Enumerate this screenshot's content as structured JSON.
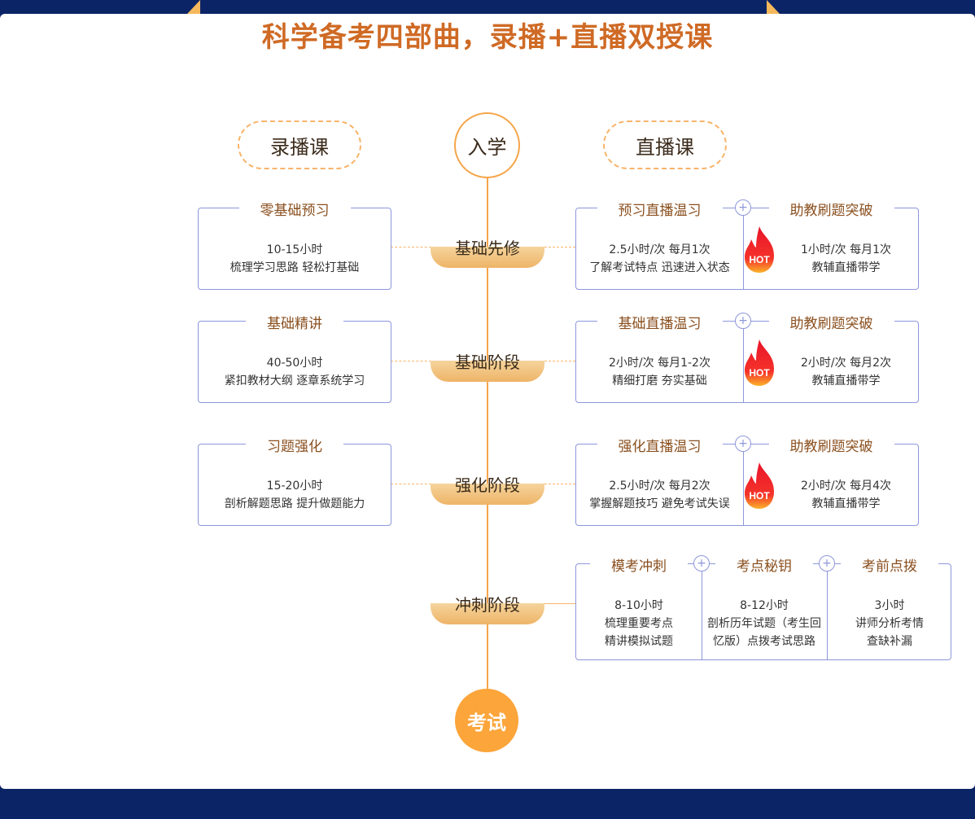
{
  "title": "科学备考四部曲，录播+直播双授课",
  "start": "入学",
  "end": "考试",
  "left_header": "录播课",
  "right_header": "直播课",
  "hot_label": "HOT",
  "colors": {
    "accent": "#cf6a25",
    "navy": "#0b2466",
    "orange": "#fba53a",
    "border": "#8e97dc"
  },
  "stages": [
    {
      "name": "基础先修",
      "recorded": {
        "title": "零基础预习",
        "lines": [
          "10-15小时",
          "梳理学习思路 轻松打基础"
        ]
      },
      "live": [
        {
          "title": "预习直播温习",
          "lines": [
            "2.5小时/次 每月1次",
            "了解考试特点 迅速进入状态"
          ]
        },
        {
          "title": "助教刷题突破",
          "lines": [
            "1小时/次 每月1次",
            "教辅直播带学"
          ],
          "hot": true
        }
      ]
    },
    {
      "name": "基础阶段",
      "recorded": {
        "title": "基础精讲",
        "lines": [
          "40-50小时",
          "紧扣教材大纲 逐章系统学习"
        ]
      },
      "live": [
        {
          "title": "基础直播温习",
          "lines": [
            "2小时/次 每月1-2次",
            "精细打磨 夯实基础"
          ]
        },
        {
          "title": "助教刷题突破",
          "lines": [
            "2小时/次 每月2次",
            "教辅直播带学"
          ],
          "hot": true
        }
      ]
    },
    {
      "name": "强化阶段",
      "recorded": {
        "title": "习题强化",
        "lines": [
          "15-20小时",
          "剖析解题思路 提升做题能力"
        ]
      },
      "live": [
        {
          "title": "强化直播温习",
          "lines": [
            "2.5小时/次 每月2次",
            "掌握解题技巧 避免考试失误"
          ]
        },
        {
          "title": "助教刷题突破",
          "lines": [
            "2小时/次 每月4次",
            "教辅直播带学"
          ],
          "hot": true
        }
      ]
    },
    {
      "name": "冲刺阶段",
      "live": [
        {
          "title": "模考冲刺",
          "lines": [
            "8-10小时",
            "梳理重要考点",
            "精讲模拟试题"
          ]
        },
        {
          "title": "考点秘钥",
          "lines": [
            "8-12小时",
            "剖析历年试题（考生回",
            "忆版）点拨考试思路"
          ]
        },
        {
          "title": "考前点拨",
          "lines": [
            "3小时",
            "讲师分析考情",
            "查缺补漏"
          ]
        }
      ]
    }
  ]
}
